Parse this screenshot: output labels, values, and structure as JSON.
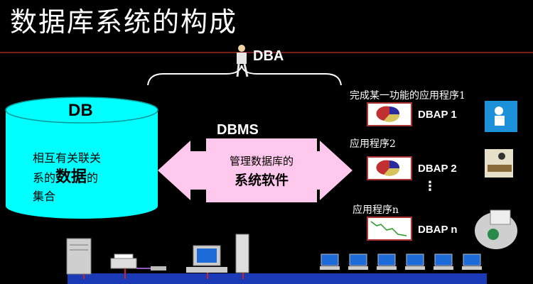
{
  "title": "数据库系统的构成",
  "dba": {
    "label": "DBA"
  },
  "db": {
    "label": "DB",
    "desc_line1": "相互有关联关",
    "desc_line2_pre": "系的",
    "desc_line2_big": "数据",
    "desc_line2_post": "的",
    "desc_line3": "集合"
  },
  "dbms": {
    "label": "DBMS",
    "desc_line1": "管理数据库的",
    "desc_line2": "系统软件"
  },
  "apps": [
    {
      "title": "完成某一功能的应用程序1",
      "label": "DBAP 1"
    },
    {
      "title": "应用程序2",
      "label": "DBAP 2"
    },
    {
      "title": "应用程序n",
      "label": "DBAP n"
    }
  ],
  "dots": "⋮",
  "colors": {
    "cylinder": "#00ffff",
    "arrow": "#ffc8ec",
    "network": "#1a3ab8",
    "rule": "#7a1e1e"
  }
}
